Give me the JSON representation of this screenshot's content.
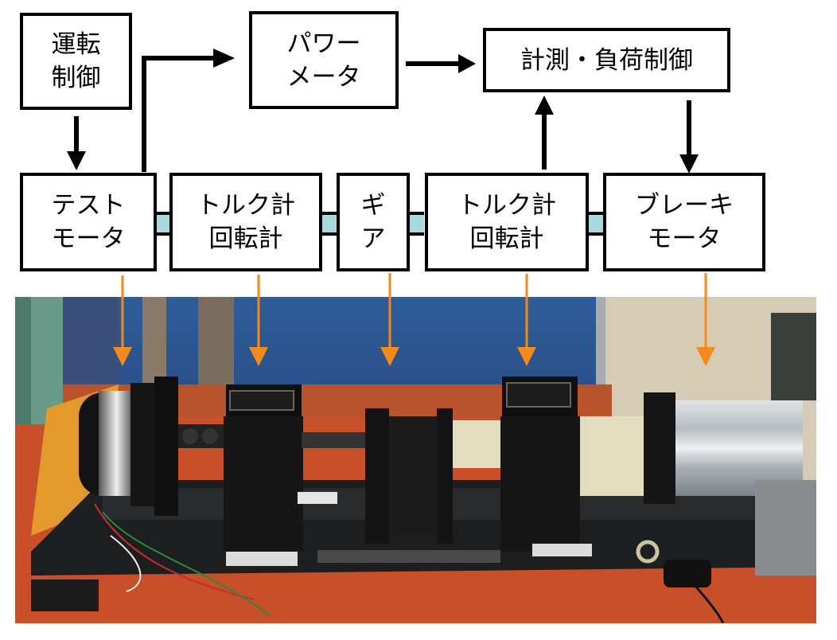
{
  "diagram": {
    "top_row": [
      {
        "id": "operation-control",
        "lines": [
          "運転",
          "制御"
        ]
      },
      {
        "id": "power-meter",
        "lines": [
          "パワー",
          "メータ"
        ]
      },
      {
        "id": "measurement-load-control",
        "lines": [
          "計測・負荷制御"
        ]
      }
    ],
    "bottom_row": [
      {
        "id": "test-motor",
        "lines": [
          "テスト",
          "モータ"
        ]
      },
      {
        "id": "torque-tachometer-1",
        "lines": [
          "トルク計",
          "回転計"
        ]
      },
      {
        "id": "gear",
        "lines": [
          "ギ",
          "ア"
        ]
      },
      {
        "id": "torque-tachometer-2",
        "lines": [
          "トルク計",
          "回転計"
        ]
      },
      {
        "id": "brake-motor",
        "lines": [
          "ブレーキ",
          "モータ"
        ]
      }
    ],
    "arrows": [
      {
        "from": "operation-control",
        "to": "test-motor"
      },
      {
        "from": "test-motor",
        "to": "power-meter"
      },
      {
        "from": "power-meter",
        "to": "measurement-load-control"
      },
      {
        "from": "torque-tachometer-2",
        "to": "measurement-load-control"
      },
      {
        "from": "measurement-load-control",
        "to": "brake-motor"
      }
    ],
    "colors": {
      "box_border": "#000000",
      "coupling": "#a9d9dc",
      "pointer_arrow": "#f28a1c"
    }
  },
  "photo": {
    "description": "Motor test bench: test motor, torque meter, gear, torque meter, brake motor on a black base",
    "pointer_targets": [
      "test-motor",
      "torque-tachometer-1",
      "gear",
      "torque-tachometer-2",
      "brake-motor"
    ]
  }
}
